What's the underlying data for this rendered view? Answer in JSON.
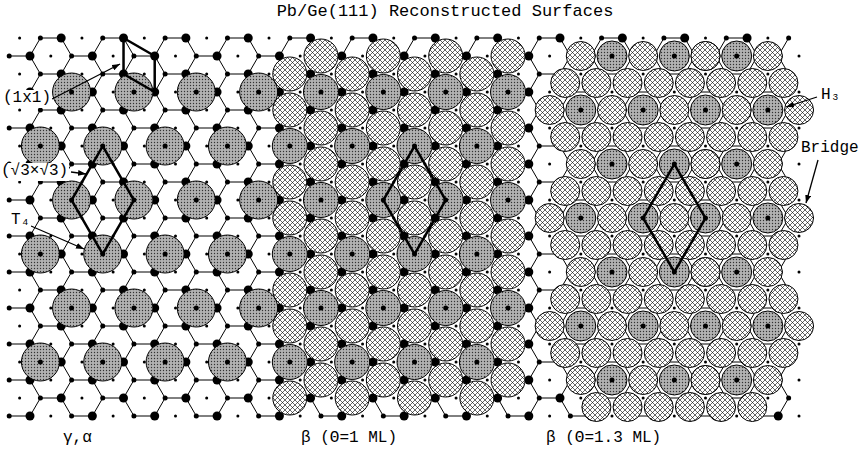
{
  "diagram": {
    "title": "Pb/Ge(111) Reconstructed Surfaces",
    "labels": [
      "(1x1)",
      "(√3×√3)",
      "T₄",
      "H₃",
      "Bridge",
      "γ,α",
      "β (Θ=1 ML)",
      "β (Θ=1.3 ML)"
    ]
  }
}
